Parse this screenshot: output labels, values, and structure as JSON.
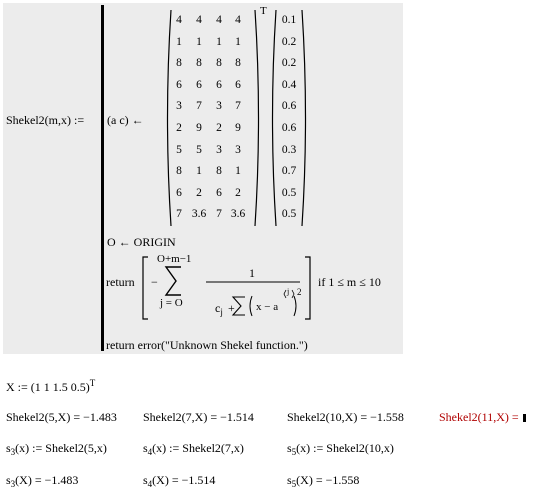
{
  "definition": {
    "lhs": "Shekel2(m,x) :=",
    "assign": "(a  c) ←",
    "transpose_mark": "T",
    "matrix_a": [
      [
        "4",
        "4",
        "4",
        "4"
      ],
      [
        "1",
        "1",
        "1",
        "1"
      ],
      [
        "8",
        "8",
        "8",
        "8"
      ],
      [
        "6",
        "6",
        "6",
        "6"
      ],
      [
        "3",
        "7",
        "3",
        "7"
      ],
      [
        "2",
        "9",
        "2",
        "9"
      ],
      [
        "5",
        "5",
        "3",
        "3"
      ],
      [
        "8",
        "1",
        "8",
        "1"
      ],
      [
        "6",
        "2",
        "6",
        "2"
      ],
      [
        "7",
        "3.6",
        "7",
        "3.6"
      ]
    ],
    "vector_c": [
      "0.1",
      "0.2",
      "0.2",
      "0.4",
      "0.6",
      "0.6",
      "0.3",
      "0.7",
      "0.5",
      "0.5"
    ],
    "origin_line": "O ← ORIGIN",
    "return_label": "return",
    "minus": "−",
    "sum_upper": "O+m−1",
    "sum_lower": "j = O",
    "numerator": "1",
    "denom_c": "c",
    "denom_c_sub": "j",
    "denom_plus": "+",
    "denom_inner": "x − a",
    "denom_sup_j": "j",
    "denom_power": "2",
    "condition": "if  1 ≤ m ≤ 10",
    "error_line": "return  error(\"Unknown Shekel function.\")"
  },
  "x_def": {
    "text": "X := (1  1  1.5  0.5)",
    "sup": "T"
  },
  "results_row1": [
    {
      "text": "Shekel2(5,X) = −1.483",
      "error": false
    },
    {
      "text": "Shekel2(7,X) = −1.514",
      "error": false
    },
    {
      "text": "Shekel2(10,X) = −1.558",
      "error": false
    },
    {
      "text": "Shekel2(11,X) =",
      "error": true
    }
  ],
  "defs_row": [
    {
      "s": "s",
      "sub": "3",
      "rest": "(x) := Shekel2(5,x)"
    },
    {
      "s": "s",
      "sub": "4",
      "rest": "(x) := Shekel2(7,x)"
    },
    {
      "s": "s",
      "sub": "5",
      "rest": "(x) := Shekel2(10,x)"
    }
  ],
  "evals_row": [
    {
      "s": "s",
      "sub": "3",
      "rest": "(X) = −1.483"
    },
    {
      "s": "s",
      "sub": "4",
      "rest": "(X) = −1.514"
    },
    {
      "s": "s",
      "sub": "5",
      "rest": "(X) = −1.558"
    }
  ],
  "colors": {
    "region_bg": "#ececec",
    "error_red": "#b00000"
  }
}
